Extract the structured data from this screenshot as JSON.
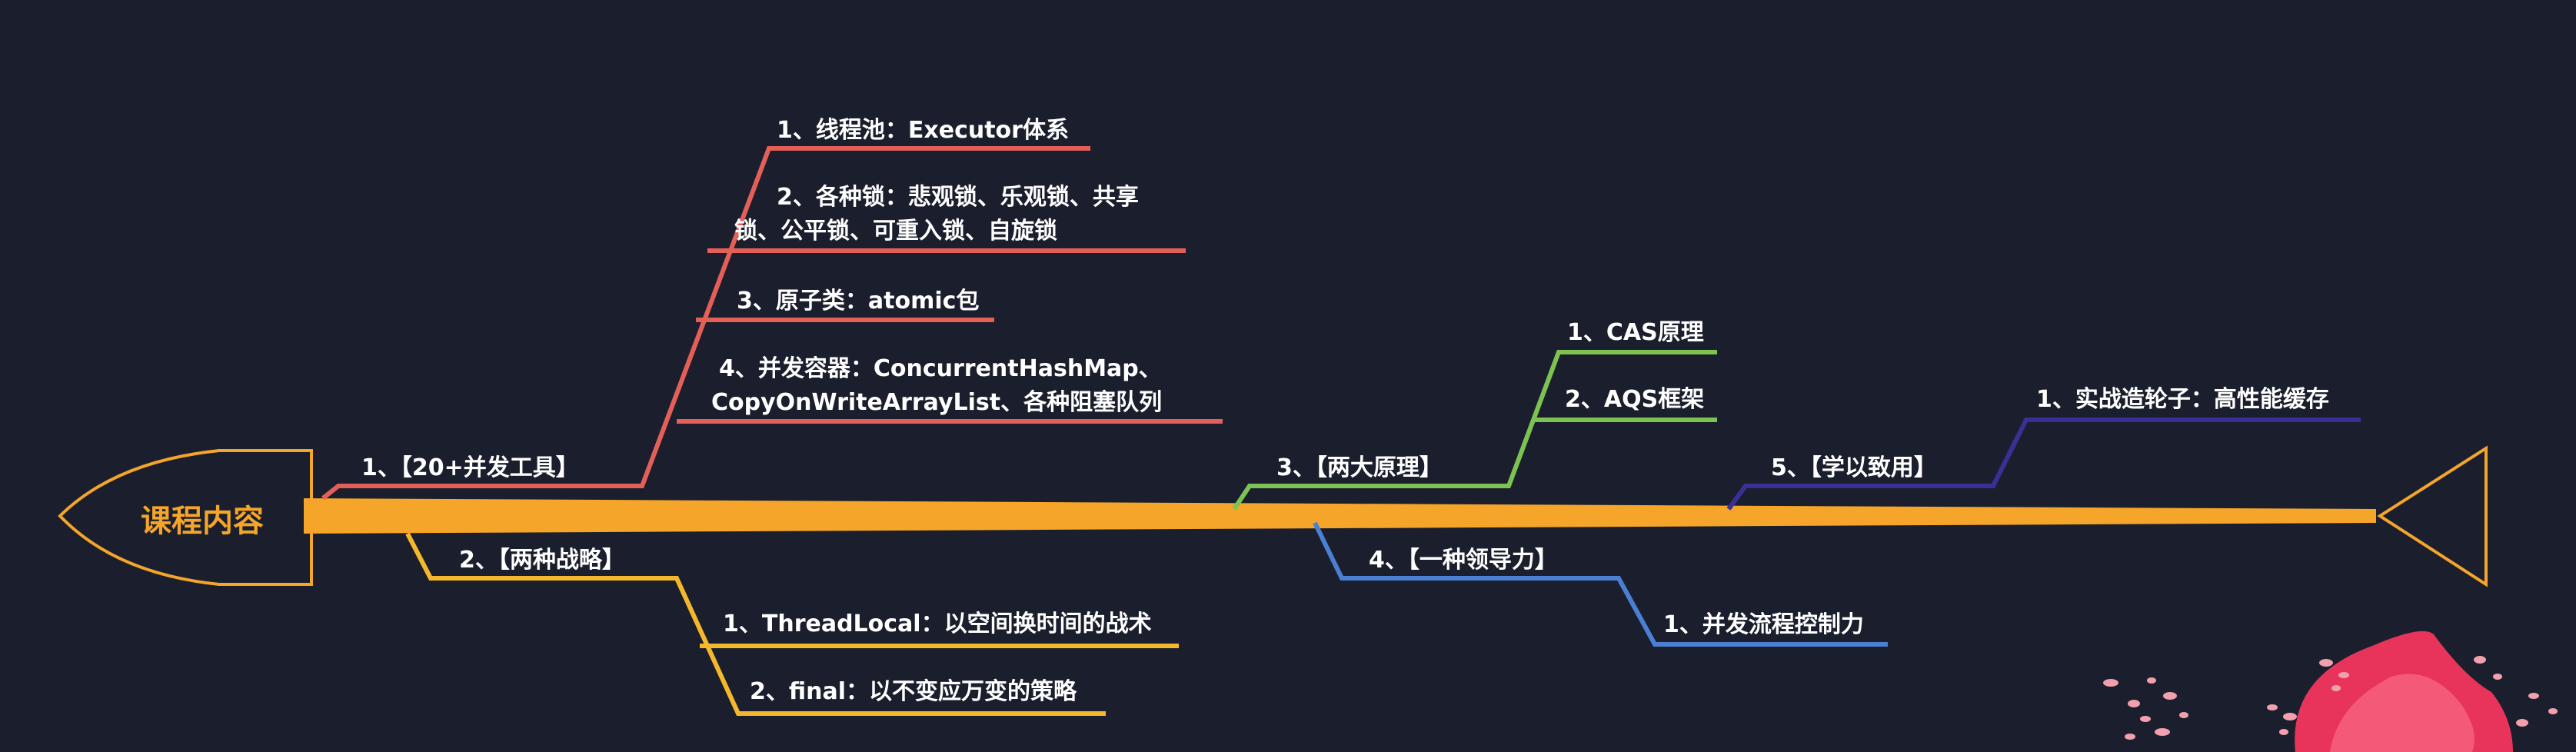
{
  "title": "课程内容",
  "colors": {
    "background": "#1b1f2d",
    "spine": "#f4a52a",
    "branch1": "#e35f58",
    "branch2": "#f4b82d",
    "branch3": "#7cc351",
    "branch4": "#4a7fd4",
    "branch5": "#3a2f96"
  },
  "branches": [
    {
      "label": "1、【20+并发工具】",
      "items": [
        "1、线程池：Executor体系",
        "2、各种锁：悲观锁、乐观锁、共享",
        "锁、公平锁、可重入锁、自旋锁",
        "3、原子类：atomic包",
        "4、并发容器：ConcurrentHashMap、",
        "CopyOnWriteArrayList、各种阻塞队列"
      ]
    },
    {
      "label": "2、【两种战略】",
      "items": [
        "1、ThreadLocal：以空间换时间的战术",
        "2、final：以不变应万变的策略"
      ]
    },
    {
      "label": "3、【两大原理】",
      "items": [
        "1、CAS原理",
        "2、AQS框架"
      ]
    },
    {
      "label": "4、【一种领导力】",
      "items": [
        "1、并发流程控制力"
      ]
    },
    {
      "label": "5、【学以致用】",
      "items": [
        "1、实战造轮子：高性能缓存"
      ]
    }
  ]
}
